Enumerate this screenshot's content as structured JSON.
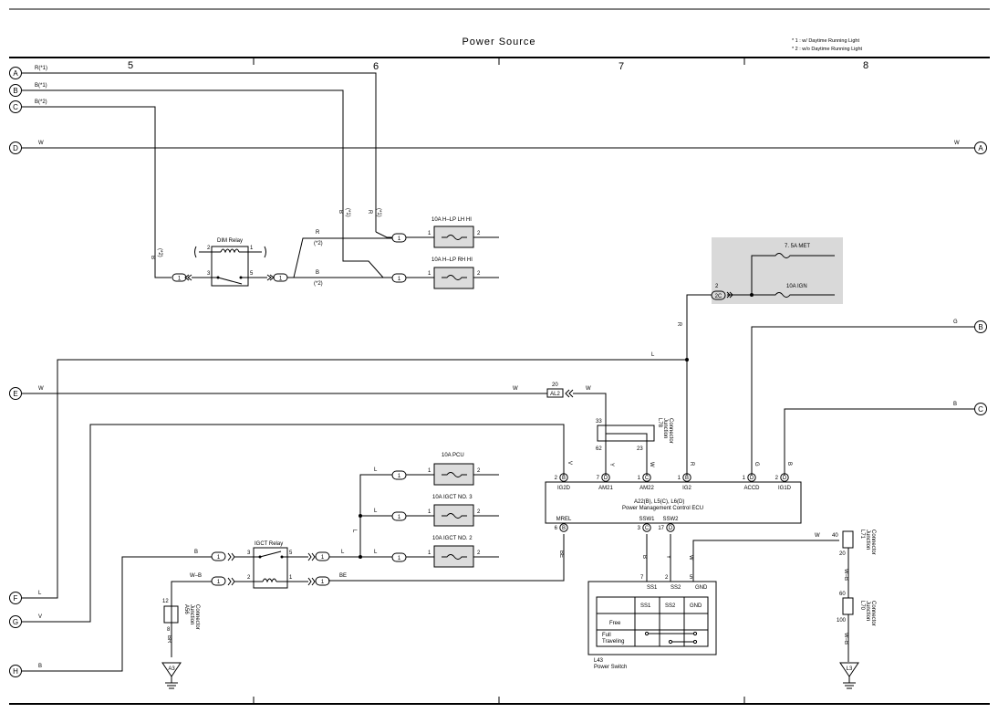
{
  "header": {
    "title": "Power Source",
    "notes": [
      "* 1 : w/ Daytime Running Light",
      "* 2 : w/o Daytime Running Light"
    ],
    "columns": [
      "5",
      "6",
      "7",
      "8"
    ]
  },
  "connectors_left": [
    "A",
    "B",
    "C",
    "D",
    "E",
    "F",
    "G",
    "H"
  ],
  "connectors_right": [
    "A",
    "B",
    "C"
  ],
  "wire_labels": {
    "a_top": "R(*1)",
    "b_top": "B(*1)",
    "c_top": "B(*2)",
    "d_left": "W",
    "d_right": "W",
    "dim_vert": "B",
    "dim_vert_star": "(*2)",
    "v_b": "B",
    "v_b_star": "(*1)",
    "v_r": "R",
    "v_r_star": "(*1)",
    "r_up": "R",
    "r_up_star": "(*2)",
    "b_lo": "B",
    "b_lo_star": "(*2)",
    "e_left": "W",
    "e_w2": "W",
    "e_w3": "W",
    "l_h": "L",
    "r_ig": "R",
    "g_right": "G",
    "b_right": "B",
    "f": "L",
    "g": "V",
    "h": "B",
    "igct_b": "B",
    "igct_wb": "W–B",
    "l_out": "L",
    "be": "BE",
    "be_v": "BE",
    "l_v": "L",
    "l1": "L",
    "l2": "L",
    "l3": "L",
    "br": "BR",
    "wb_lower": "W–B",
    "wb_upper": "W–B",
    "w_top": "W",
    "pin_v": "V",
    "pin_y": "Y",
    "pin_w": "W",
    "pin_r": "R",
    "pin_g": "G",
    "pin_b": "B",
    "ss_b": "B",
    "ss_y": "Y",
    "ss_w": "W"
  },
  "relays": {
    "dim": "DIM Relay",
    "igct": "IGCT Relay"
  },
  "relay_pins": {
    "dim_2": "2",
    "dim_1": "1",
    "dim_3": "3",
    "dim_5": "5",
    "igct_3": "3",
    "igct_5": "5",
    "igct_2": "2",
    "igct_1": "1"
  },
  "fuses": {
    "hlp_lh": "10A H–LP LH HI",
    "hlp_rh": "10A H–LP RH HI",
    "met": "7. 5A MET",
    "ign": "10A IGN",
    "pcu": "10A PCU",
    "igct3": "10A IGCT NO. 3",
    "igct2": "10A IGCT NO. 2"
  },
  "fuse_pin_1": "1",
  "fuse_pin_2": "2",
  "pins": {
    "p1": "1",
    "p2": "2",
    "p2c": "2C",
    "p20": "20",
    "al2": "AL2",
    "j33": "33",
    "j62": "62",
    "j23": "23",
    "p40": "40",
    "p20b": "20",
    "p60": "60",
    "p100": "100",
    "p12": "12",
    "p8": "8",
    "p7": "7",
    "p2s": "2",
    "p5": "5"
  },
  "junctions": {
    "l78": [
      "L78",
      "Junction",
      "Connector"
    ],
    "a56": [
      "A56",
      "Junction",
      "Connector"
    ],
    "l71": [
      "L71",
      "Junction",
      "Connector"
    ],
    "l70": [
      "L70",
      "Junction",
      "Connector"
    ]
  },
  "ecu": {
    "name1": "A22(B), L5(C), L6(D)",
    "name2": "Power Management Control ECU",
    "top_pins": [
      {
        "num": "2",
        "conn": "B",
        "name": "IG2D"
      },
      {
        "num": "7",
        "conn": "D",
        "name": "AM21"
      },
      {
        "num": "1",
        "conn": "C",
        "name": "AM22"
      },
      {
        "num": "1",
        "conn": "B",
        "name": "IG2"
      },
      {
        "num": "1",
        "conn": "D",
        "name": "ACCD"
      },
      {
        "num": "2",
        "conn": "D",
        "name": "IG1D"
      }
    ],
    "bottom_pins": [
      {
        "num": "6",
        "conn": "B",
        "name": "MREL"
      },
      {
        "num": "3",
        "conn": "C",
        "name": "SSW1"
      },
      {
        "num": "17",
        "conn": "D",
        "name": "SSW2"
      }
    ]
  },
  "switch": {
    "labels": [
      "SS1",
      "SS2",
      "GND"
    ],
    "table_head": [
      "SS1",
      "SS2",
      "GND"
    ],
    "rows": [
      "Free",
      "Full",
      "Traveling"
    ],
    "id": "L43",
    "name": "Power Switch"
  },
  "grounds": {
    "a3": "A3",
    "l3": "L3"
  }
}
